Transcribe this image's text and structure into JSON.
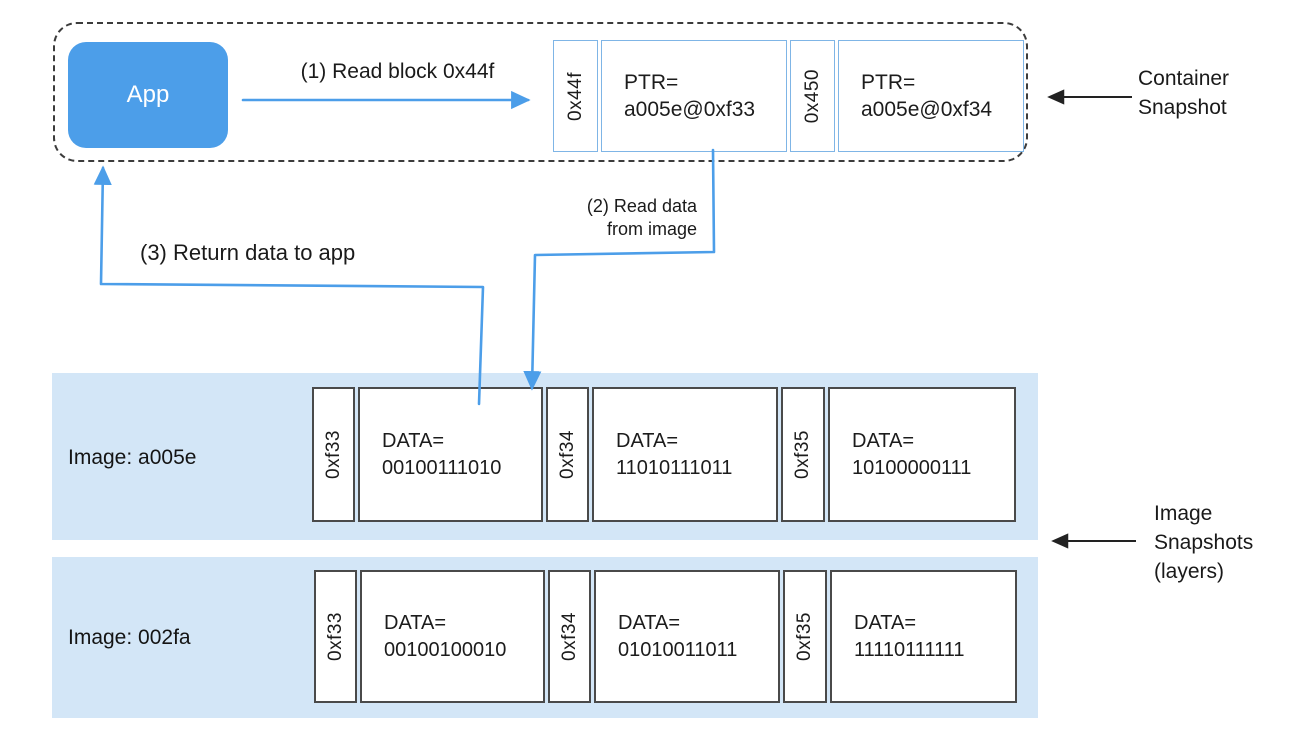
{
  "app": {
    "label": "App"
  },
  "container_snapshot": {
    "side_label_lines": [
      "Container",
      "Snapshot"
    ],
    "blocks": [
      {
        "addr": "0x44f",
        "value_lines": [
          "PTR=",
          "a005e@0xf33"
        ]
      },
      {
        "addr": "0x450",
        "value_lines": [
          "PTR=",
          "a005e@0xf34"
        ]
      }
    ]
  },
  "flow_labels": {
    "step1": "(1) Read block 0x44f",
    "step2_lines": [
      "(2) Read data",
      "from image"
    ],
    "step3": "(3) Return data to app"
  },
  "image_snapshots": {
    "side_label_lines": [
      "Image",
      "Snapshots",
      "(layers)"
    ],
    "layers": [
      {
        "name": "Image: a005e",
        "blocks": [
          {
            "addr": "0xf33",
            "value_lines": [
              "DATA=",
              "00100111010"
            ]
          },
          {
            "addr": "0xf34",
            "value_lines": [
              "DATA=",
              "11010111011"
            ]
          },
          {
            "addr": "0xf35",
            "value_lines": [
              "DATA=",
              "10100000111"
            ]
          }
        ]
      },
      {
        "name": "Image: 002fa",
        "blocks": [
          {
            "addr": "0xf33",
            "value_lines": [
              "DATA=",
              "00100100010"
            ]
          },
          {
            "addr": "0xf34",
            "value_lines": [
              "DATA=",
              "01010011011"
            ]
          },
          {
            "addr": "0xf35",
            "value_lines": [
              "DATA=",
              "11110111111"
            ]
          }
        ]
      }
    ]
  },
  "colors": {
    "app_blue": "#4C9EE9",
    "arrow_blue": "#4C9EE9",
    "band_light_blue": "#D3E6F7",
    "cell_border_light_blue": "#7FB5E6",
    "cell_border_dark": "#4a4a4a",
    "dashed_border": "#3c3c3c",
    "text": "#1c1c1c"
  }
}
